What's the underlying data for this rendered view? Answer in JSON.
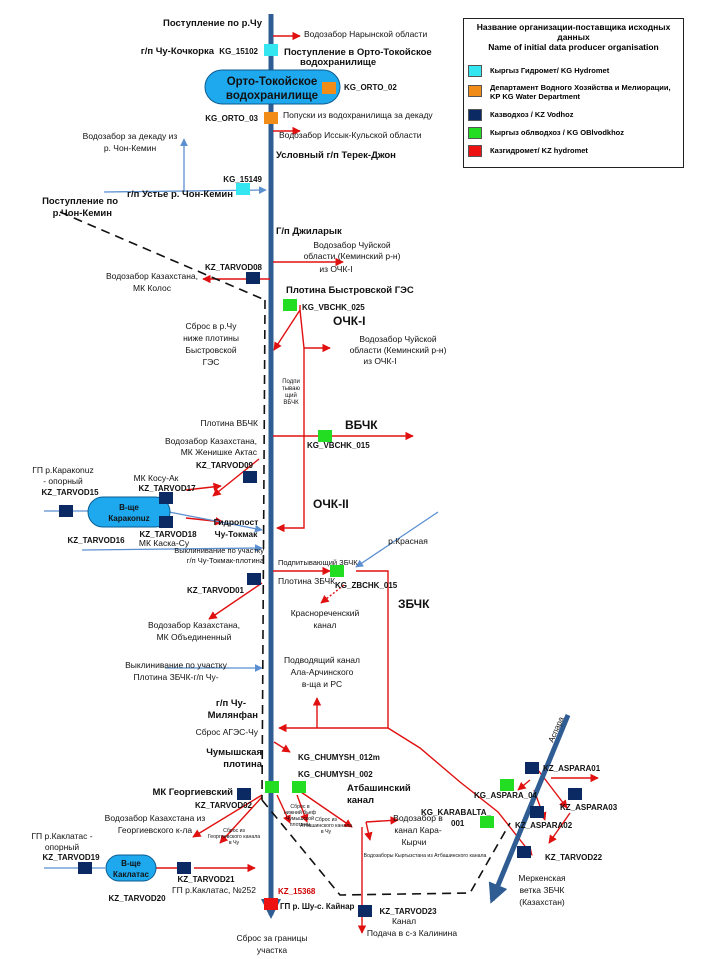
{
  "legend": {
    "title_ru": "Название организации-поставщика исходных данных",
    "title_en": "Name of initial data producer organisation",
    "items": [
      {
        "label": "Кыргыз Гидромет/ KG Hydromet",
        "color": "#33e6f0"
      },
      {
        "label": "Департамент Водного Хозяйства и Мелиорации, KP KG Water Department",
        "color": "#f28c18"
      },
      {
        "label": "Казводхоз / KZ Vodhoz",
        "color": "#0b2a63"
      },
      {
        "label": "Кыргыз облводхоз / KG OBlvodkhoz",
        "color": "#22dd22"
      },
      {
        "label": "Казгидромет/ KZ hydromet",
        "color": "#ee1111"
      }
    ]
  },
  "colors": {
    "river": "#2f5d93",
    "arrow": "#e01010",
    "kg_hydromet": "#33e6f0",
    "kg_water": "#f28c18",
    "kz_vodhoz": "#0b2a63",
    "kg_oblvodkhoz": "#22dd22",
    "kz_hydromet": "#ee1111"
  },
  "labels": {
    "inflow_chu": "Поступление по р.Чу",
    "naryn_intake": "Водозабор Нарынской области",
    "gp_chu_kochkorka": "г/п Чу-Кочкорка",
    "kg_15102": "KG_15102",
    "inflow_orto_1": "Поступление в Орто-Токойское",
    "inflow_orto_2": "водохранилище",
    "reservoir_1": "Орто-Токойское",
    "reservoir_2": "водохранилище",
    "kg_orto_02": "KG_ORTO_02",
    "kg_orto_03": "KG_ORTO_03",
    "release_decade": "Попуски из водохранилища за декаду",
    "issykkul_intake": "Водозабор Иссык-Кульской области",
    "gp_terek": "Условный г/п Терек-Джон",
    "chonkemin_dec_1": "Водозабор за декаду из",
    "chonkemin_dec_2": "р. Чон-Кемин",
    "kg_15149": "KG_15149",
    "gp_ustye": "г/п Устье р. Чон-Кемин",
    "inflow_chonkemin_1": "Поступление по",
    "inflow_chonkemin_2": "р.Чон-Кемин",
    "gp_jilaryk": "Г/п Джиларык",
    "chui_intake_1_1": "Водозабор Чуйской",
    "chui_intake_1_2": "области (Кеминский р-н)",
    "chui_intake_1_3": "из ОЧК-I",
    "kz_tarvod08": "KZ_TARVOD08",
    "kz_kolos_1": "Водозабор Казахстана,",
    "kz_kolos_2": "МК Колос",
    "dam_bystrov": "Плотина Быстровской ГЭС",
    "kg_vbchk_025": "KG_VBCHK_025",
    "ochk1": "ОЧК-I",
    "discharge_1": "Сброс в р.Чу",
    "discharge_2": "ниже плотины",
    "discharge_3": "Быстровской",
    "discharge_4": "ГЭС",
    "chui_intake_2_1": "Водозабор Чуйской",
    "chui_intake_2_2": "области (Кеминский р-н)",
    "chui_intake_2_3": "из ОЧК-I",
    "podach_1": "Подпи",
    "podach_2": "тываю",
    "podach_3": "щий",
    "podach_4": "ВБЧК",
    "dam_vbchk": "Плотина ВБЧК",
    "vbchk": "ВБЧК",
    "kg_vbchk_015": "KG_VBCHK_015",
    "kz_zhenishke_1": "Водозабор Казахстана,",
    "kz_zhenishke_2": "МК Женишке Актас",
    "kz_tarvod09": "KZ_TARVOD09",
    "gp_karakonuz_1": "ГП р.Каракоnuz",
    "gp_karakonuz_2": "- опорный",
    "kz_tarvod15": "KZ_TARVOD15",
    "mk_kosuak": "МК  Косу-Ак",
    "kz_tarvod17": "KZ_TARVOD17",
    "karakonuz_res_1": "В-ще",
    "karakonuz_res_2": "Каракоnuz",
    "ochk2": "ОЧК-II",
    "kz_tarvod16": "KZ_TARVOD16",
    "kz_tarvod18": "KZ_TARVOD18",
    "mk_kaskasu": "МК Каска-Су",
    "gp_tokmak_1": "Гидропост",
    "gp_tokmak_2": "Чу-Токмак",
    "smooth_1_1": "Выклинивание по участку",
    "smooth_1_2": "г/п Чу-Токмак-плотина",
    "podach_zbchk": "Подпитывающий ЗБЧК",
    "kg_zbchk_015": "KG_ZBCHK_015",
    "r_krasnaya": "р.Красная",
    "dam_zbchk": "Плотина ЗБЧК",
    "kz_tarvod01": "KZ_TARVOD01",
    "zbchk": "ЗБЧК",
    "krasnorech_1": "Краснореченский",
    "krasnorech_2": "канал",
    "kz_obed_1": "Водозабор Казахстана,",
    "kz_obed_2": "МК Объединенный",
    "supply_canal_1": "Подводящий канал",
    "supply_canal_2": "Ала-Арчинского",
    "supply_canal_3": "в-ща и РС",
    "smooth_2_1": "Выклинивание по участку",
    "smooth_2_2": "Плотина ЗБЧК-г/п Чу-",
    "gp_milyan_1": "г/п Чу-",
    "gp_milyan_2": "Милянфан",
    "ages_discharge": "Сброс АГЭС-Чу",
    "chumysh_dam_1": "Чумышская",
    "chumysh_dam_2": "плотина",
    "kg_chumysh_012m": "KG_CHUMYSH_012m",
    "kg_chumysh_002": "KG_CHUMYSH_002",
    "atbashin_1": "Атбашинский",
    "atbashin_2": "канал",
    "mk_georg": "МК Георгиевский",
    "kz_tarvod02": "KZ_TARVOD02",
    "kz_georg_1": "Водозабор Казахстана из",
    "kz_georg_2": "Георгиевского к-ла",
    "small_1_1": "Сброс в",
    "small_1_2": "нижний бьеф",
    "small_1_3": "Чумышской",
    "small_1_4": "плотины",
    "small_2_1": "Сброс из",
    "small_2_2": "Атбашинского канала",
    "small_2_3": "в Чу",
    "small_3_1": "Сброс из",
    "small_3_2": "Георгиевского канала",
    "small_3_3": "в Чу",
    "kara_kyrch_1": "Водозабор в",
    "kara_kyrch_2": "канал Кара-",
    "kara_kyrch_3": "Кырчи",
    "kg_atbash_intakes": "Водозаборы Кыргызстана из Атбашинского канала",
    "kg_karabalta_1": "KG_KARABALTA_",
    "kg_karabalta_2": "001",
    "kg_aspara_04": "KG_ASPARA_04",
    "kz_aspara01": "KZ_ASPARA01",
    "kz_aspara03": "KZ_ASPARA03",
    "kz_aspara02": "KZ_ASPARA02",
    "kz_tarvod22": "KZ_TARVOD22",
    "aspara": "Аспара",
    "merken_1": "Меркенская",
    "merken_2": "ветка ЗБЧК",
    "merken_3": "(Казахстан)",
    "gp_kaklatas_1": "ГП р.Каклатас -",
    "gp_kaklatas_2": "опорный",
    "kz_tarvod19": "KZ_TARVOD19",
    "kaklatas_res_1": "В-ще",
    "kaklatas_res_2": "Каклатас",
    "kz_tarvod21": "KZ_TARVOD21",
    "gp_kaklatas_252": "ГП р.Каклатас, №252",
    "kz_tarvod20": "KZ_TARVOD20",
    "kz_15368": "KZ_15368",
    "gp_shu_kainar": "ГП р. Шу-с. Кайнар",
    "kz_tarvod23": "KZ_TARVOD23",
    "canal_kalinin_1": "Канал",
    "canal_kalinin_2": "Подача в с-з Калинина",
    "border_1": "Сброс за границы",
    "border_2": "участка"
  }
}
